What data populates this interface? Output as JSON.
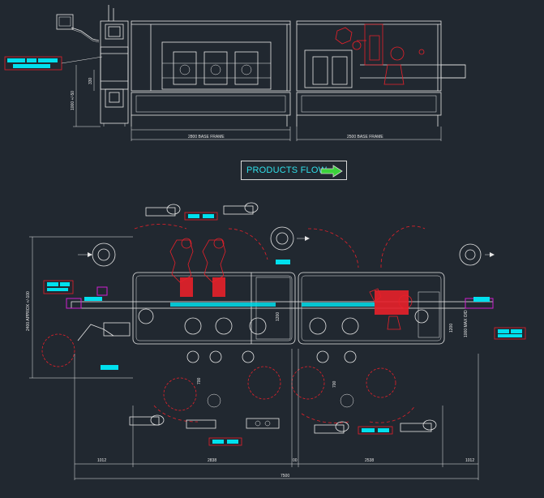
{
  "flow_label": "PRODUCTS FLOW",
  "colors": {
    "background": "#212830",
    "lines": "#e6e6e6",
    "units": "#e8202a",
    "labels": "#00e0ee",
    "accent": "#d020d0",
    "arrow": "#3cd23c"
  },
  "elevation": {
    "base_frame_left": "2800 BASE FRAME",
    "base_frame_right": "2500 BASE FRAME",
    "height_a": "1000 +/-50",
    "height_b": "330"
  },
  "plan": {
    "width_dim": "2400 APPROX +/-100",
    "right_dim": "1000 MAX O/D",
    "inner_dim_left": "1200",
    "inner_dim_right": "1200",
    "vert_left": "700",
    "vert_right": "700",
    "bottom_dims": [
      "1012",
      "2838",
      "00",
      "2538",
      "1012"
    ],
    "total": "7500"
  }
}
